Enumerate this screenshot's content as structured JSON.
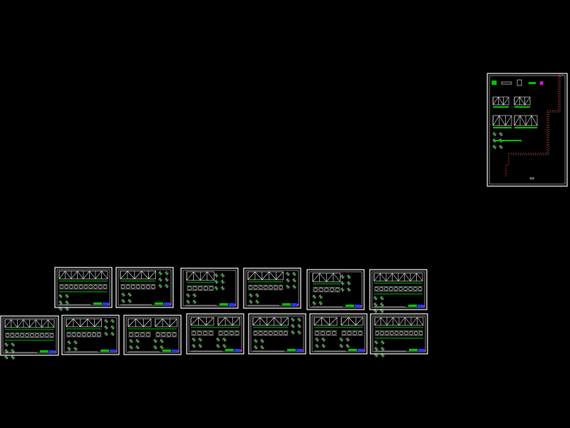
{
  "viewport": {
    "background": "#000000"
  },
  "colors": {
    "line": "#ffffff",
    "green": "#00ff00",
    "blue": "#1a3cff",
    "magenta": "#ff00ff",
    "red": "#ff3030",
    "yellow": "#ffff00",
    "cyan": "#00ffff"
  },
  "sheets": [
    {
      "id": "sheet-r1-1",
      "variant": "truss-long"
    },
    {
      "id": "sheet-r1-2",
      "variant": "truss-detail"
    },
    {
      "id": "sheet-r1-3",
      "variant": "truss-short"
    },
    {
      "id": "sheet-r1-4",
      "variant": "truss-detail"
    },
    {
      "id": "sheet-r1-5",
      "variant": "truss-short"
    },
    {
      "id": "sheet-r1-6",
      "variant": "truss-long"
    },
    {
      "id": "sheet-r2-1",
      "variant": "truss-long"
    },
    {
      "id": "sheet-r2-2",
      "variant": "truss-detail"
    },
    {
      "id": "sheet-r2-3",
      "variant": "truss-double"
    },
    {
      "id": "sheet-r2-4",
      "variant": "truss-double"
    },
    {
      "id": "sheet-r2-5",
      "variant": "truss-detail"
    },
    {
      "id": "sheet-r2-6",
      "variant": "truss-double"
    },
    {
      "id": "sheet-r2-7",
      "variant": "truss-long"
    },
    {
      "id": "sheet-overview",
      "variant": "overview"
    }
  ]
}
